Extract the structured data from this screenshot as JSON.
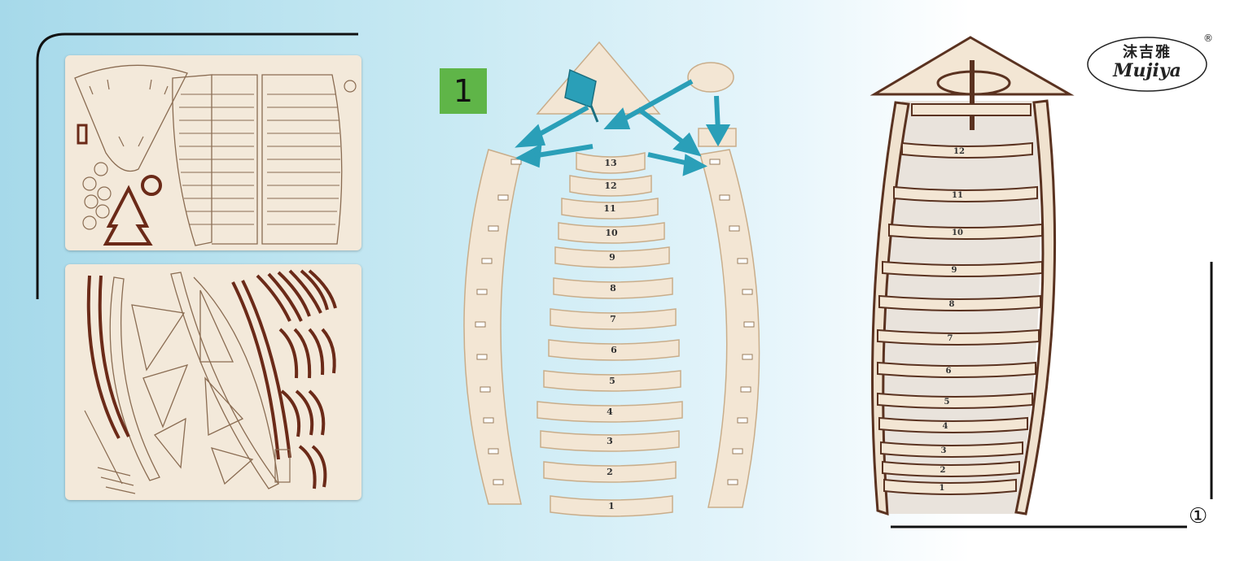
{
  "step": {
    "number": "1"
  },
  "logo": {
    "chinese": "沫吉雅",
    "english": "Mujiya",
    "registered": "®"
  },
  "final_marker": "①",
  "shelf_labels_exploded": [
    "13",
    "12",
    "11",
    "10",
    "9",
    "8",
    "7",
    "6",
    "5",
    "4",
    "3",
    "2",
    "1"
  ],
  "shelf_labels_assembled": [
    "12",
    "11",
    "10",
    "9",
    "8",
    "7",
    "6",
    "5",
    "4",
    "3",
    "2",
    "1"
  ],
  "colors": {
    "wood": "#f3e6d4",
    "wood_edge": "#c9ad8a",
    "burnt": "#6b2a18",
    "arrow": "#2a9fb8",
    "badge": "#5fb548"
  }
}
